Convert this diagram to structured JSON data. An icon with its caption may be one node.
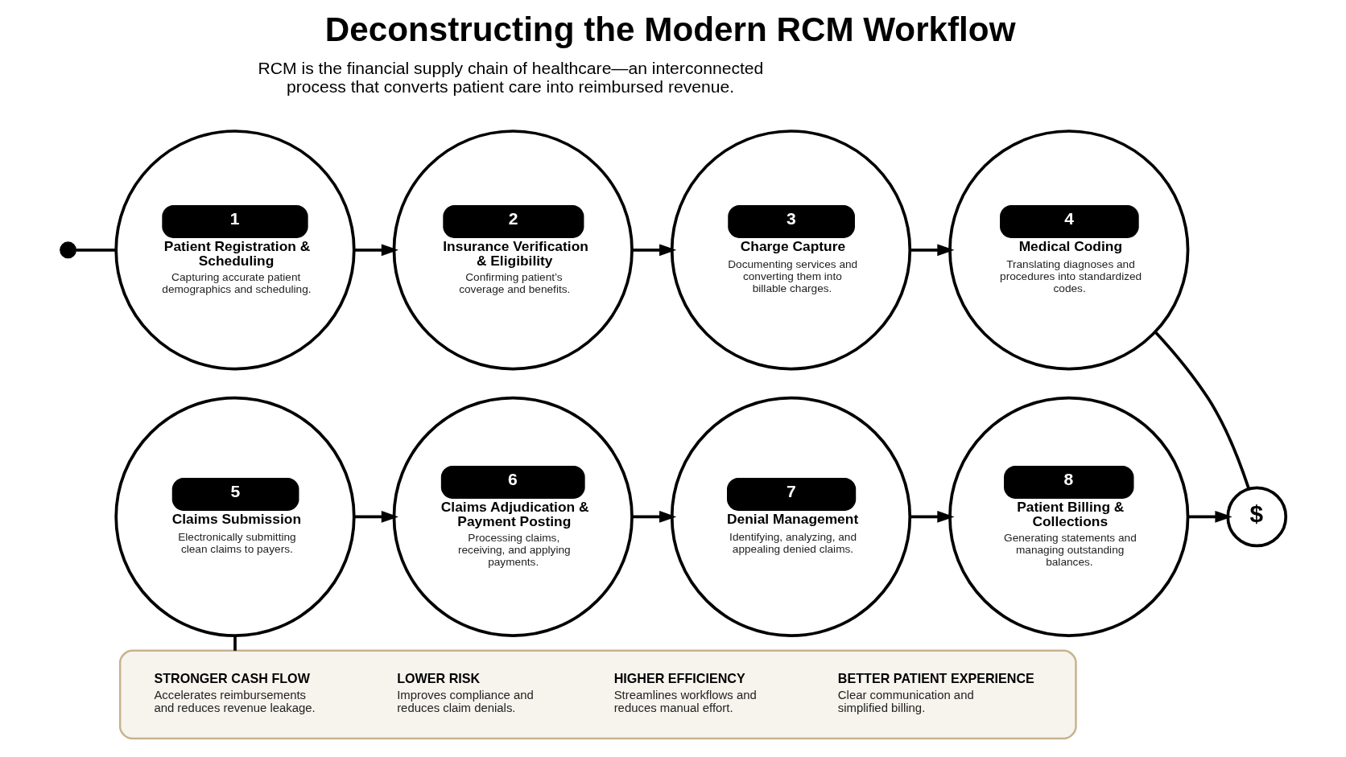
{
  "diagram": {
    "title": "Deconstructing the Modern RCM Workflow",
    "nodes": [
      {
        "text": [],
        "shape": "circle"
      },
      {
        "text": [
          "1",
          "Patient Registration & Scheduling",
          "Capturing accurate patient demographics and scheduling."
        ]
      },
      {
        "text": [
          "2",
          "Insurance Verification & Eligibility",
          "Confirming patient’s coverage and benefits."
        ]
      },
      {
        "text": [
          "3",
          "Charge Capture",
          "Documenting services and converting them into billable charges."
        ]
      },
      {
        "text": [
          "4",
          "Medical Coding",
          "Translating diagnoses and procedures into standardized codes."
        ]
      },
      {
        "text": [
          "5",
          "Claims Submission",
          "Electronically submitting clean claims to payers."
        ]
      },
      {
        "text": [
          "6",
          "Claims Adjudication & Payment Posting",
          "Processing claims, receiving, and applying payments."
        ]
      },
      {
        "text": [
          "7",
          "Denial Management",
          "Identifying, analyzing, and appealing denied claims."
        ]
      },
      {
        "text": [
          "8",
          "Patient Billing & Collections",
          "Generating statements and managing outstanding balances."
        ]
      },
      {
        "text": [
          "$"
        ]
      },
      {
        "text": [],
        "shape": "box"
      },
      {
        "text": [
          "STRONGER CASH FLOW",
          "Accelerates reimbursements and reduces revenue leakage."
        ],
        "in": 10
      },
      {
        "text": [
          "LOWER RISK",
          "Improves compliance and reduces claim denials."
        ],
        "in": 10
      },
      {
        "text": [
          "HIGHER EFFICIENCY",
          "Streamlines workflows and reduces manual effort."
        ],
        "in": 10
      },
      {
        "text": [
          "BETTER PATIENT EXPERIENCE",
          "Clear communication and simplified billing."
        ],
        "in": 10
      }
    ],
    "edges": [
      {
        "from": 0,
        "to": 1,
        "arrow": "none"
      },
      {
        "from": 1,
        "to": 2,
        "arrow": "to"
      },
      {
        "from": 2,
        "to": 3,
        "arrow": "to"
      },
      {
        "from": 3,
        "to": 4,
        "arrow": "to"
      },
      {
        "from": 4,
        "to": 9,
        "arrow": "none"
      },
      {
        "from": 5,
        "to": 6,
        "arrow": "to"
      },
      {
        "from": 6,
        "to": 7,
        "arrow": "to"
      },
      {
        "from": 7,
        "to": 8,
        "arrow": "to"
      },
      {
        "from": 8,
        "to": 9,
        "arrow": "to"
      },
      {
        "from": 5,
        "to": 10,
        "arrow": "none"
      }
    ],
    "labels": [
      "RCM is the financial supply chain of healthcare—an interconnected process that converts patient care into reimbursed revenue."
    ]
  }
}
